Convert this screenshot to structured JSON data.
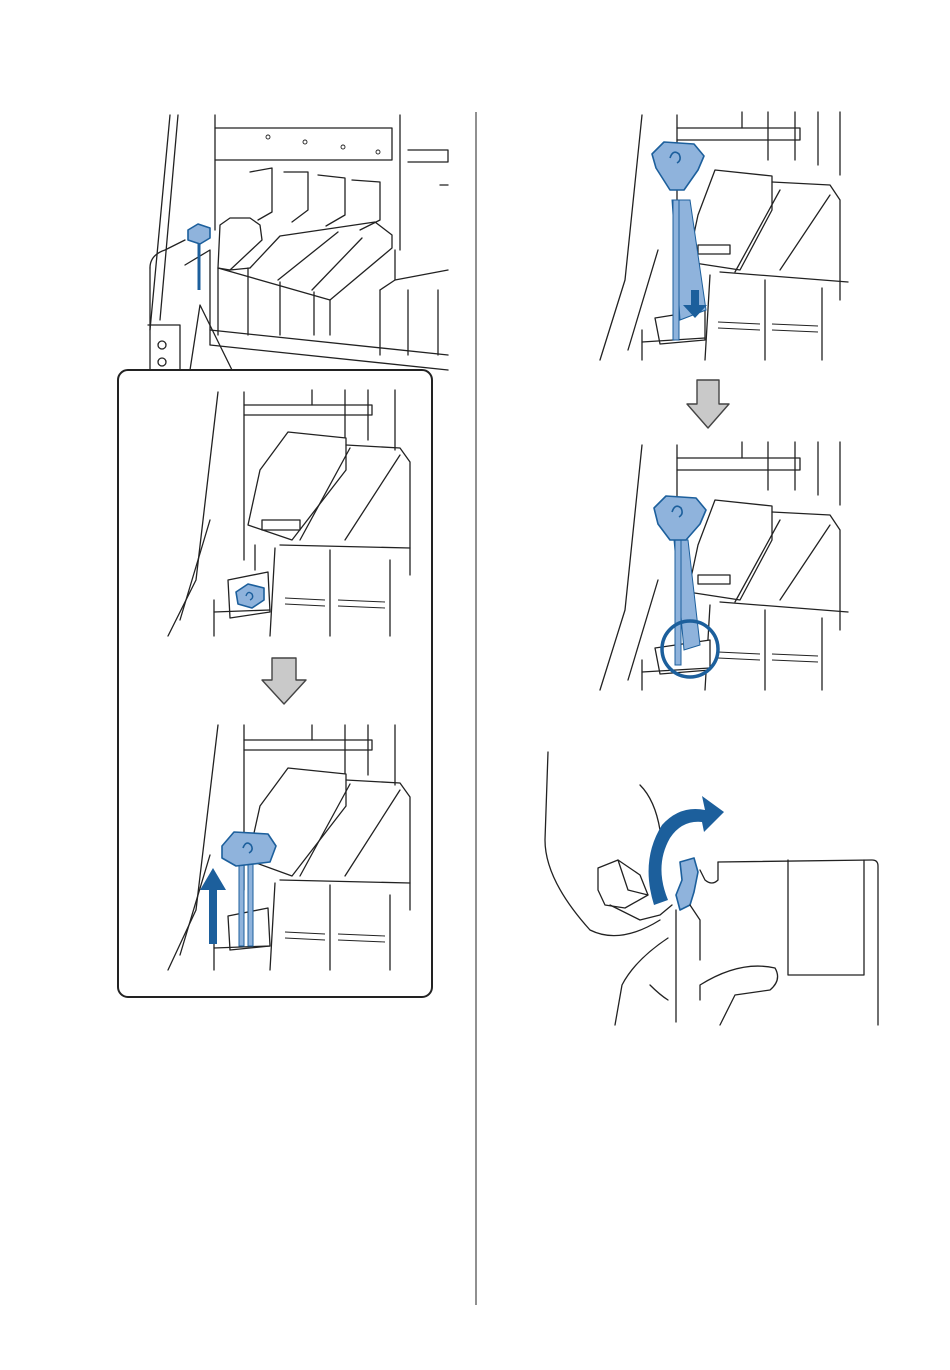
{
  "figure": {
    "description_free": true,
    "colors": {
      "line": "#222222",
      "accent_blue": "#1c5f9c",
      "light_blue": "#8fb3dc",
      "arrow_gray": "#c9c9c9",
      "background": "#ffffff"
    },
    "icons": [
      "ink-stirrer-icon",
      "down-arrow-icon",
      "up-arrow-icon",
      "curved-arrow-icon",
      "highlight-circle-icon"
    ],
    "steps": [
      {
        "id": "overview"
      },
      {
        "id": "lift-stirrer"
      },
      {
        "id": "insert-stirrer"
      },
      {
        "id": "stirrer-seated"
      },
      {
        "id": "open-ink-bottle-cap"
      }
    ]
  }
}
